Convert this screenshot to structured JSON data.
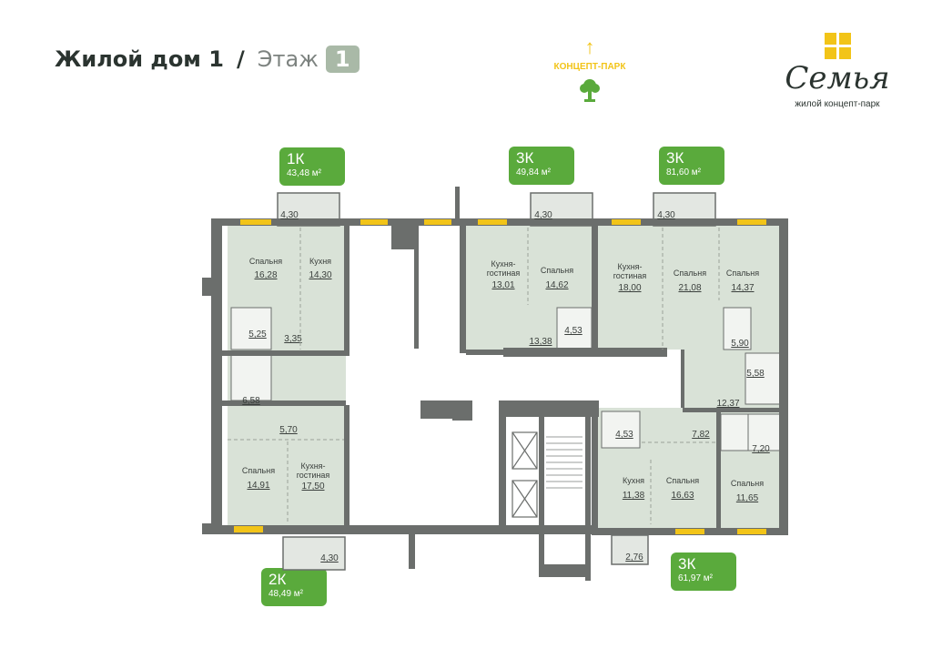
{
  "header": {
    "building": "Жилой дом 1",
    "separator": "/",
    "floor_label": "Этаж",
    "floor_number": "1"
  },
  "park_marker": {
    "arrow": "↑",
    "label": "КОНЦЕПТ-ПАРК",
    "icon": "tree-icon"
  },
  "logo": {
    "wordmark": "Семья",
    "subtitle": "жилой концепт-парк",
    "icon": "window-squares-icon"
  },
  "colors": {
    "accent_green": "#5aaa3c",
    "window_yellow": "#f2c418",
    "wall": "#6b6e6c",
    "apartment_fill": "#d9e2d7",
    "balcony_fill": "#e3e7e2",
    "text": "#2b3430"
  },
  "apartments": [
    {
      "type": "1К",
      "area": "43,48 м²",
      "rooms": [
        {
          "name": "Спальня",
          "area": "16,28"
        },
        {
          "name": "Кухня",
          "area": "14,30"
        },
        {
          "name": "",
          "area": "5,25"
        },
        {
          "name": "",
          "area": "3,35"
        },
        {
          "name": "",
          "area": "4,30"
        }
      ]
    },
    {
      "type": "3К",
      "area": "49,84 м²",
      "rooms": [
        {
          "name": "Кухня-гостиная",
          "area": "13,01"
        },
        {
          "name": "Спальня",
          "area": "14,62"
        },
        {
          "name": "",
          "area": "13,38"
        },
        {
          "name": "",
          "area": "4,53"
        },
        {
          "name": "",
          "area": "4,30"
        }
      ]
    },
    {
      "type": "3К",
      "area": "81,60 м²",
      "rooms": [
        {
          "name": "Кухня-гостиная",
          "area": "18,00"
        },
        {
          "name": "Спальня",
          "area": "21,08"
        },
        {
          "name": "Спальня",
          "area": "14,37"
        },
        {
          "name": "",
          "area": "5,90"
        },
        {
          "name": "",
          "area": "5,58"
        },
        {
          "name": "",
          "area": "12,37"
        },
        {
          "name": "",
          "area": "4,30"
        }
      ]
    },
    {
      "type": "2К",
      "area": "48,49 м²",
      "rooms": [
        {
          "name": "Спальня",
          "area": "14,91"
        },
        {
          "name": "Кухня-гостиная",
          "area": "17,50"
        },
        {
          "name": "",
          "area": "6,58"
        },
        {
          "name": "",
          "area": "5,70"
        },
        {
          "name": "",
          "area": "4,30"
        }
      ]
    },
    {
      "type": "3К",
      "area": "61,97 м²",
      "rooms": [
        {
          "name": "Кухня",
          "area": "11,38"
        },
        {
          "name": "Спальня",
          "area": "16,63"
        },
        {
          "name": "Спальня",
          "area": "11,65"
        },
        {
          "name": "",
          "area": "4,53"
        },
        {
          "name": "",
          "area": "7,82"
        },
        {
          "name": "",
          "area": "7,20"
        },
        {
          "name": "",
          "area": "2,76"
        }
      ]
    }
  ],
  "labels": {
    "kitchen_living_1": "Кухня-",
    "kitchen_living_2": "гостиная"
  }
}
